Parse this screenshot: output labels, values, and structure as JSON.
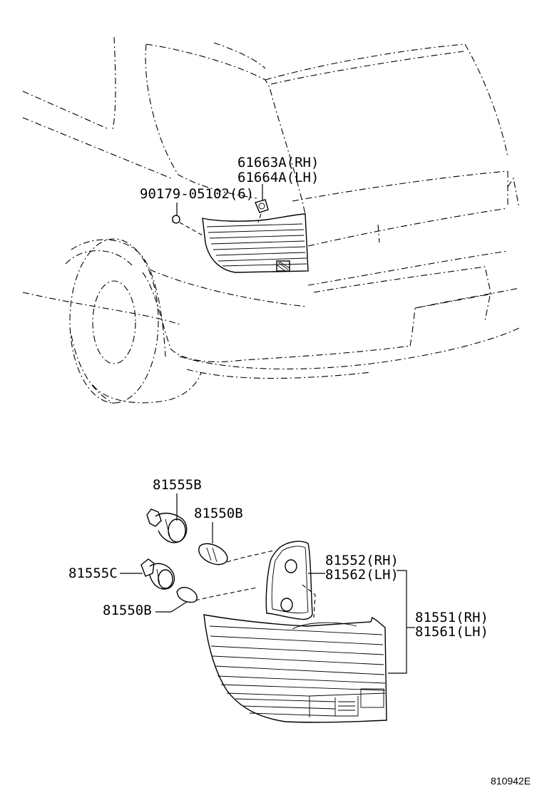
{
  "parts": {
    "clip_rh": "61663A(RH)",
    "clip_lh": "61664A(LH)",
    "screw": "90179-05102(6)",
    "socket_b": "81555B",
    "bulb_b_upper": "81550B",
    "socket_c": "81555C",
    "bulb_b_lower": "81550B",
    "gasket_rh": "81552(RH)",
    "gasket_lh": "81562(LH)",
    "lamp_rh": "81551(RH)",
    "lamp_lh": "81561(LH)"
  },
  "reference_code": "810942E"
}
